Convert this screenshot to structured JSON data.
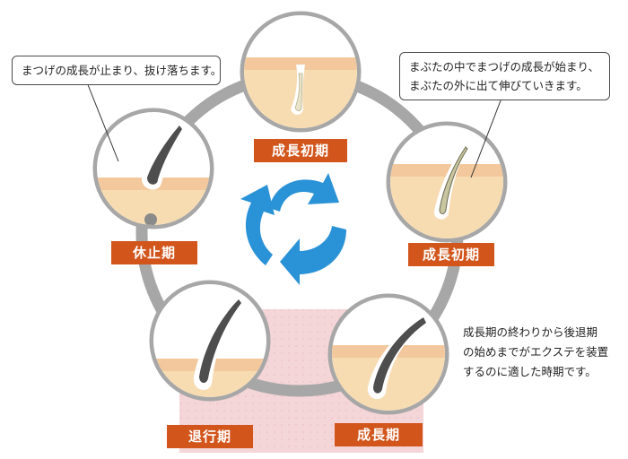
{
  "colors": {
    "ring": "#a7a7a7",
    "skin": "#f7dcb2",
    "band": "#f2c89c",
    "label_bg": "#d2551c",
    "arrow": "#2a92d6",
    "highlight": "#f4d5d8"
  },
  "stages": {
    "growth_early_top": "成長初期",
    "growth_early_right": "成長初期",
    "growth": "成長期",
    "regression": "退行期",
    "resting": "休止期"
  },
  "callouts": {
    "resting": "まつげの成長が止まり、抜け落ちます。",
    "growth_early_line1": "まぶたの中でまつげの成長が始まり、",
    "growth_early_line2": "まぶたの外に出て伸びていきます。"
  },
  "note": {
    "line1": "成長期の終わりから後退期",
    "line2": "の始めまでがエクステを装置",
    "line3": "するのに適した時期です。"
  },
  "cycle_icon": "circular-arrows-icon"
}
